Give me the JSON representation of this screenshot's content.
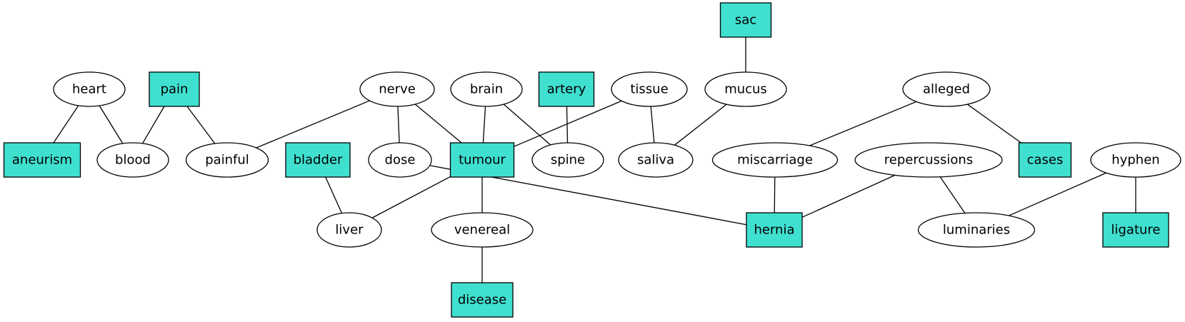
{
  "colors": {
    "box_fill": "#40e0d0",
    "ellipse_fill": "#ffffff",
    "stroke": "#000000"
  },
  "nodes": [
    {
      "id": "heart",
      "label": "heart",
      "shape": "ellipse"
    },
    {
      "id": "pain",
      "label": "pain",
      "shape": "box"
    },
    {
      "id": "aneurism",
      "label": "aneurism",
      "shape": "box"
    },
    {
      "id": "blood",
      "label": "blood",
      "shape": "ellipse"
    },
    {
      "id": "painful",
      "label": "painful",
      "shape": "ellipse"
    },
    {
      "id": "nerve",
      "label": "nerve",
      "shape": "ellipse"
    },
    {
      "id": "brain",
      "label": "brain",
      "shape": "ellipse"
    },
    {
      "id": "artery",
      "label": "artery",
      "shape": "box"
    },
    {
      "id": "tissue",
      "label": "tissue",
      "shape": "ellipse"
    },
    {
      "id": "sac",
      "label": "sac",
      "shape": "box"
    },
    {
      "id": "mucus",
      "label": "mucus",
      "shape": "ellipse"
    },
    {
      "id": "alleged",
      "label": "alleged",
      "shape": "ellipse"
    },
    {
      "id": "bladder",
      "label": "bladder",
      "shape": "box"
    },
    {
      "id": "dose",
      "label": "dose",
      "shape": "ellipse"
    },
    {
      "id": "tumour",
      "label": "tumour",
      "shape": "box"
    },
    {
      "id": "spine",
      "label": "spine",
      "shape": "ellipse"
    },
    {
      "id": "saliva",
      "label": "saliva",
      "shape": "ellipse"
    },
    {
      "id": "miscarriage",
      "label": "miscarriage",
      "shape": "ellipse"
    },
    {
      "id": "repercussions",
      "label": "repercussions",
      "shape": "ellipse"
    },
    {
      "id": "cases",
      "label": "cases",
      "shape": "box"
    },
    {
      "id": "hyphen",
      "label": "hyphen",
      "shape": "ellipse"
    },
    {
      "id": "liver",
      "label": "liver",
      "shape": "ellipse"
    },
    {
      "id": "venereal",
      "label": "venereal",
      "shape": "ellipse"
    },
    {
      "id": "hernia",
      "label": "hernia",
      "shape": "box"
    },
    {
      "id": "luminaries",
      "label": "luminaries",
      "shape": "ellipse"
    },
    {
      "id": "ligature",
      "label": "ligature",
      "shape": "box"
    },
    {
      "id": "disease",
      "label": "disease",
      "shape": "box"
    }
  ],
  "edges": [
    [
      "heart",
      "aneurism"
    ],
    [
      "heart",
      "blood"
    ],
    [
      "pain",
      "blood"
    ],
    [
      "pain",
      "painful"
    ],
    [
      "nerve",
      "painful"
    ],
    [
      "nerve",
      "dose"
    ],
    [
      "nerve",
      "tumour"
    ],
    [
      "brain",
      "tumour"
    ],
    [
      "brain",
      "spine"
    ],
    [
      "artery",
      "spine"
    ],
    [
      "tissue",
      "tumour"
    ],
    [
      "tissue",
      "saliva"
    ],
    [
      "sac",
      "mucus"
    ],
    [
      "mucus",
      "saliva"
    ],
    [
      "alleged",
      "miscarriage"
    ],
    [
      "alleged",
      "cases"
    ],
    [
      "bladder",
      "liver"
    ],
    [
      "tumour",
      "liver"
    ],
    [
      "tumour",
      "venereal"
    ],
    [
      "dose",
      "hernia"
    ],
    [
      "miscarriage",
      "hernia"
    ],
    [
      "repercussions",
      "hernia"
    ],
    [
      "repercussions",
      "luminaries"
    ],
    [
      "hyphen",
      "luminaries"
    ],
    [
      "hyphen",
      "ligature"
    ],
    [
      "venereal",
      "disease"
    ]
  ]
}
